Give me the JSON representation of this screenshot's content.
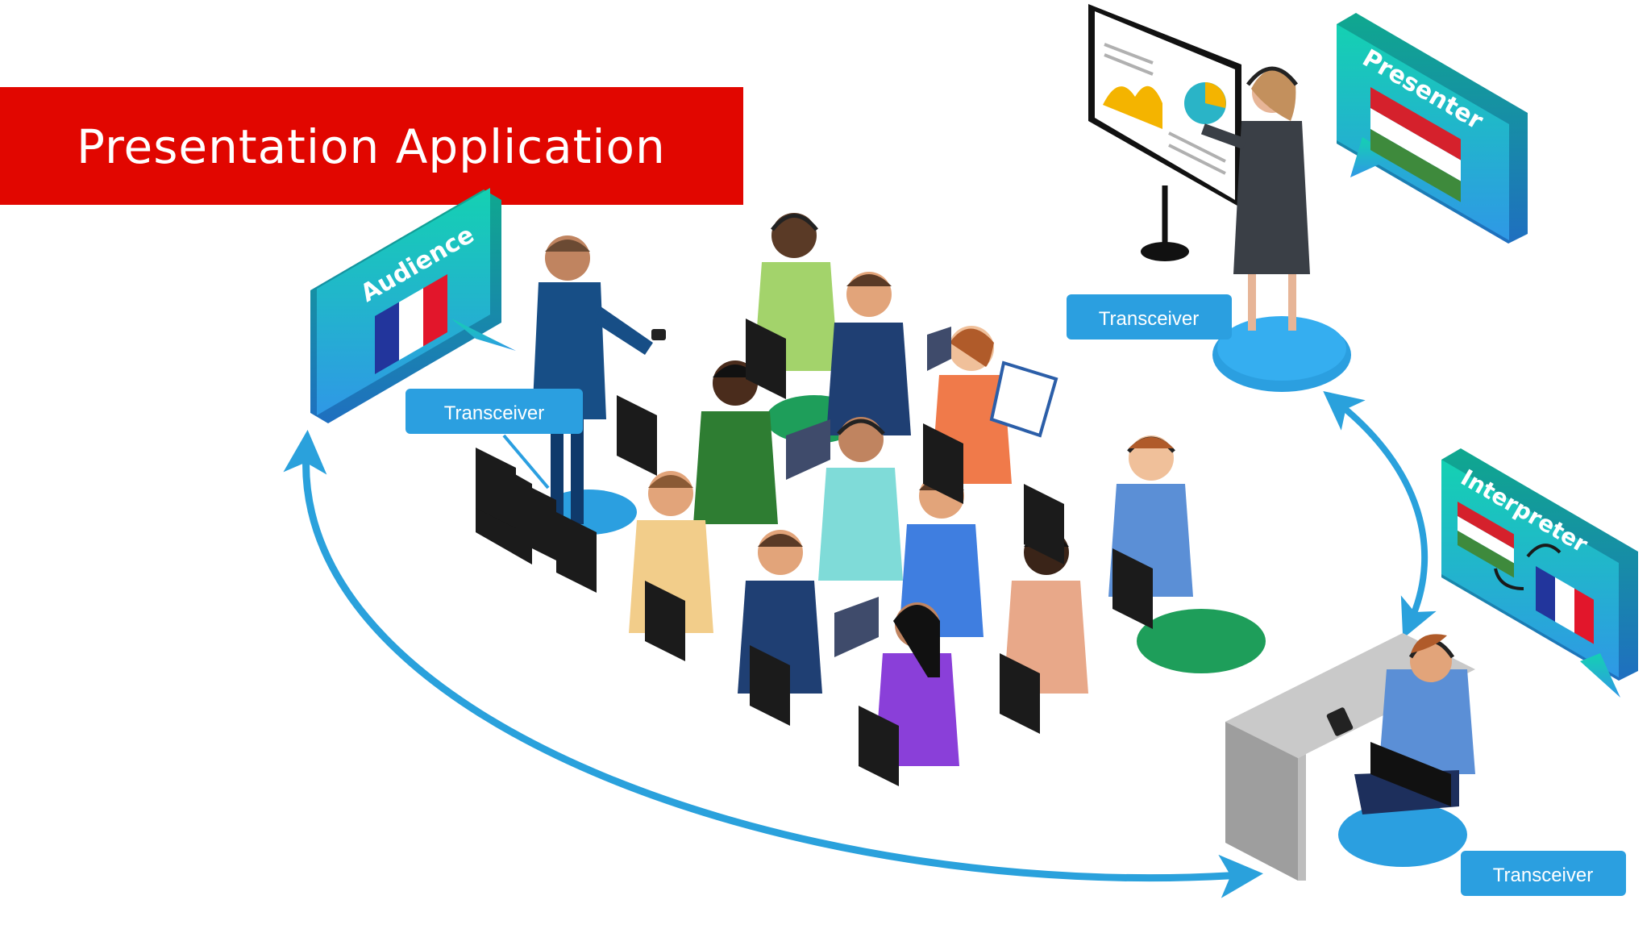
{
  "banner": {
    "title": "Presentation Application"
  },
  "roles": {
    "audience": "Audience",
    "presenter": "Presenter",
    "interpreter": "Interpreter"
  },
  "devices": {
    "audience_transceiver": "Transceiver",
    "presenter_transceiver": "Transceiver",
    "interpreter_transceiver": "Transceiver"
  },
  "colors": {
    "banner": "#e10600",
    "accent_blue": "#2b9fe0",
    "bubble_teal": "#1ccab0",
    "arrow_blue": "#2aa1dc",
    "platform_green": "#1e9e5a"
  },
  "flags": {
    "audience": "france-flag",
    "presenter": "hungary-flag",
    "interpreter_from": "hungary-flag",
    "interpreter_to": "france-flag"
  }
}
